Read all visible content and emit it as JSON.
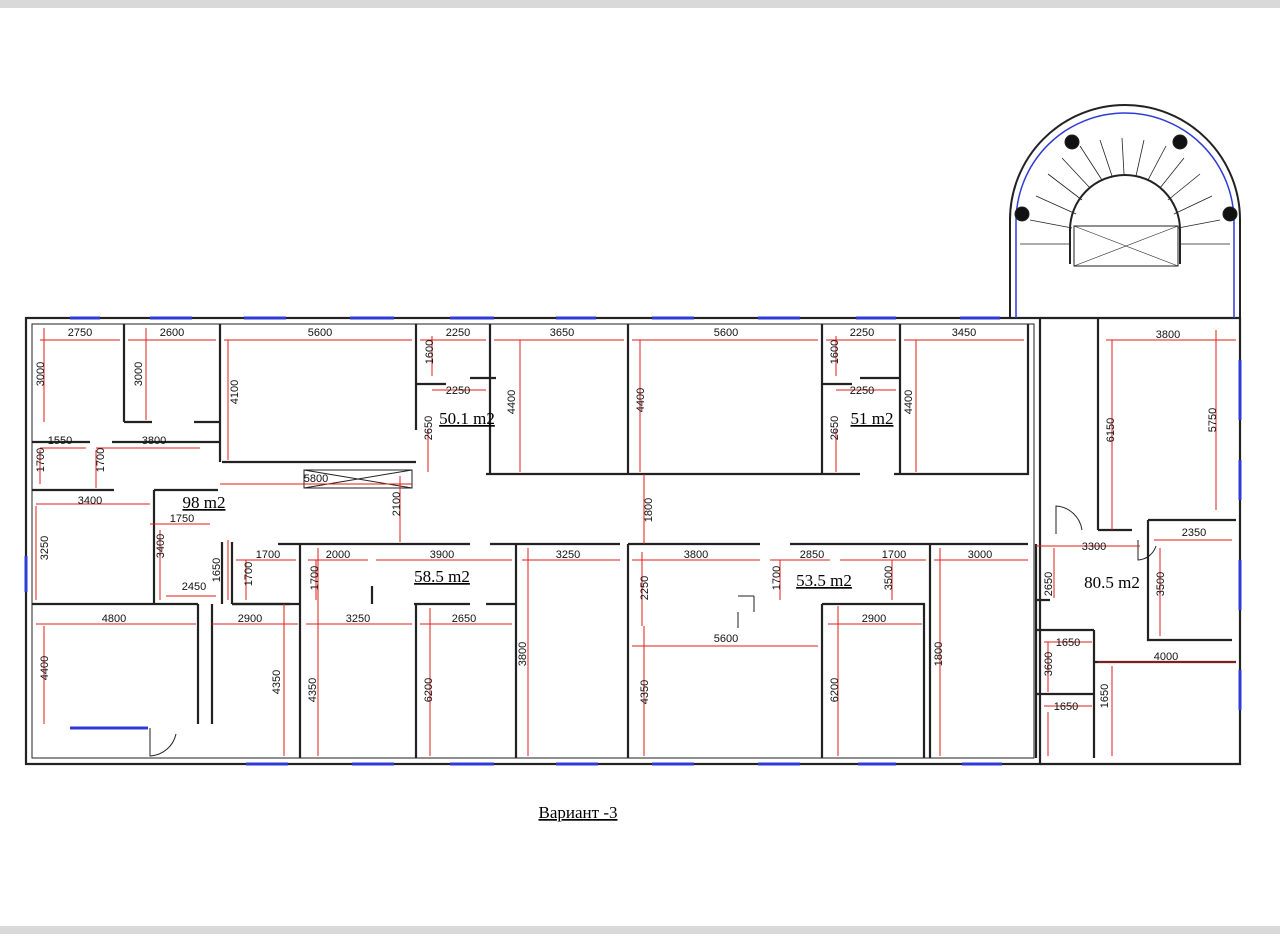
{
  "drawing": {
    "caption": "Вариант -3",
    "colors": {
      "wall": "#222222",
      "dimension": "#e01b1b",
      "window": "#2f3bd6",
      "background": "#ffffff"
    }
  },
  "areas": {
    "a1": "50.1 m2",
    "a2": "51 m2",
    "a3": "98 m2",
    "a4": "58.5 m2",
    "a5": "53.5 m2",
    "a6": "80.5 m2"
  },
  "dims": {
    "d1": "2750",
    "d2": "2600",
    "d3": "5600",
    "d4": "2250",
    "d5": "3650",
    "d6": "5600",
    "d7": "2250",
    "d8": "3450",
    "d9": "3800",
    "d10": "3000",
    "d11": "3000",
    "d12": "4100",
    "d13": "1600",
    "d14": "2250",
    "d15": "4400",
    "d16": "4400",
    "d17": "1600",
    "d18": "2250",
    "d19": "4400",
    "d20": "6150",
    "d21": "5750",
    "d22": "2650",
    "d23": "2650",
    "d24": "1550",
    "d25": "3800",
    "d26": "1700",
    "d27": "1700",
    "d28": "5800",
    "d29": "3400",
    "d30": "2100",
    "d31": "1800",
    "d32": "1750",
    "d33": "3250",
    "d34": "3400",
    "d35": "1650",
    "d36": "2450",
    "d37": "3300",
    "d38": "2350",
    "d39": "1700",
    "d40": "2000",
    "d41": "3900",
    "d42": "3250",
    "d43": "3800",
    "d44": "2850",
    "d45": "1700",
    "d46": "3000",
    "d47": "1700",
    "d48": "1700",
    "d49": "1700",
    "d50": "2650",
    "d51": "3500",
    "d52": "2250",
    "d53": "4800",
    "d54": "2900",
    "d55": "3250",
    "d56": "2650",
    "d57": "2900",
    "d58": "1650",
    "d59": "4000",
    "d60": "5600",
    "d61": "3500",
    "d62": "4400",
    "d63": "4350",
    "d64": "4350",
    "d65": "6200",
    "d66": "3800",
    "d67": "4350",
    "d68": "6200",
    "d69": "1800",
    "d70": "3600",
    "d71": "1650",
    "d72": "1650"
  }
}
